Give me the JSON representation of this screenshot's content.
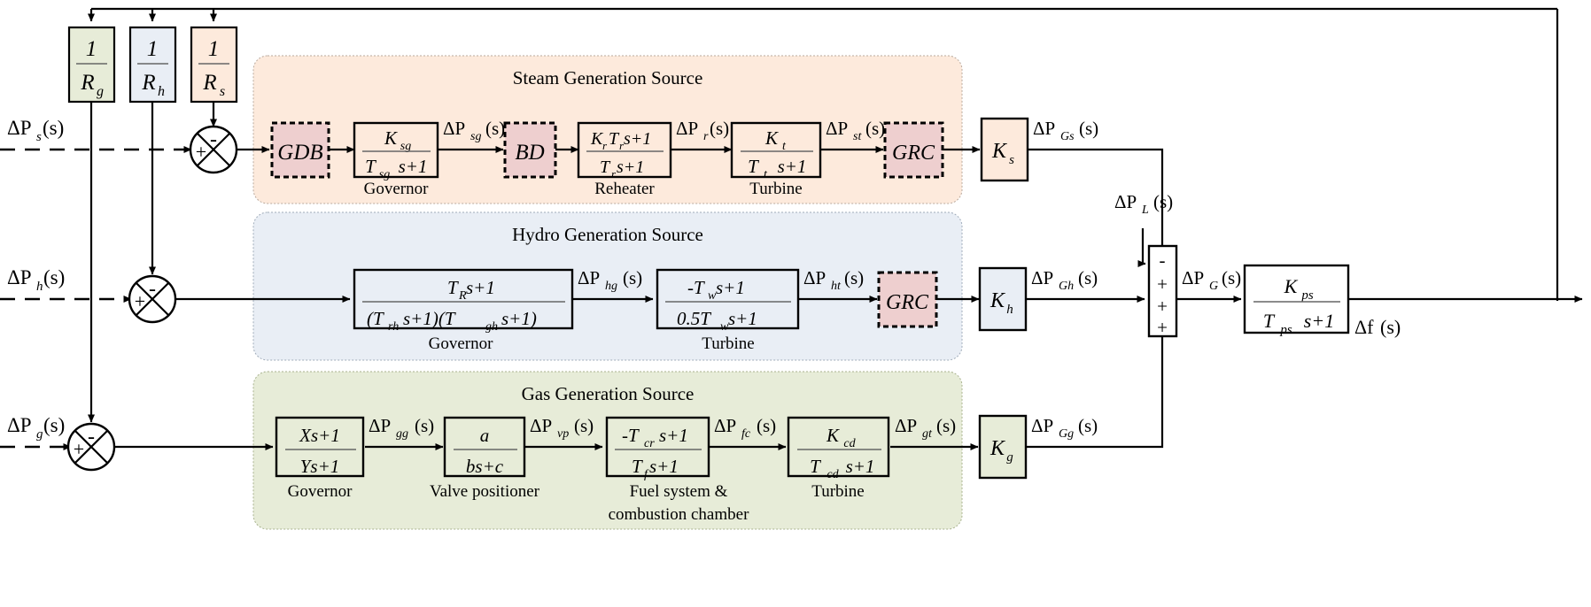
{
  "diagram": {
    "title": "Multi-source power system load frequency control block diagram",
    "colors": {
      "steam_fill": "#fdeadc",
      "steam_stroke": "#c9b7ab",
      "hydro_fill": "#e9eef5",
      "hydro_stroke": "#aab4c2",
      "gas_fill": "#e7ecd8",
      "gas_stroke": "#b2bb99",
      "nonlinear_fill": "#eecfcf",
      "nonlinear_stroke": "#000000",
      "line": "#000000"
    }
  },
  "groups": [
    {
      "id": "steam",
      "label": "Steam Generation Source",
      "fill": "#fdeadc"
    },
    {
      "id": "hydro",
      "label": "Hydro Generation Source",
      "fill": "#e9eef5"
    },
    {
      "id": "gas",
      "label": "Gas Generation Source",
      "fill": "#e7ecd8"
    }
  ],
  "inputs": [
    {
      "name": "steam_input",
      "label": "ΔP",
      "sub": "s",
      "tail": "(s)"
    },
    {
      "name": "hydro_input",
      "label": "ΔP",
      "sub": "h",
      "tail": "(s)"
    },
    {
      "name": "gas_input",
      "label": "ΔP",
      "sub": "g",
      "tail": "(s)"
    }
  ],
  "droop_blocks": [
    {
      "name": "droop-gas",
      "num": "1",
      "den": "R",
      "den_sub": "g",
      "fill": "#e7ecd8"
    },
    {
      "name": "droop-hydro",
      "num": "1",
      "den": "R",
      "den_sub": "h",
      "fill": "#e9eef5"
    },
    {
      "name": "droop-steam",
      "num": "1",
      "den": "R",
      "den_sub": "s",
      "fill": "#fdeadc"
    }
  ],
  "summers": [
    {
      "name": "summer-steam",
      "top_sign": "-",
      "left_sign": "+"
    },
    {
      "name": "summer-hydro",
      "top_sign": "-",
      "left_sign": "+"
    },
    {
      "name": "summer-gas",
      "top_sign": "-",
      "left_sign": "+"
    }
  ],
  "steam_row": {
    "gdb": "GDB",
    "bd": "BD",
    "grc": "GRC",
    "governor": {
      "num": "K",
      "num_sub": "sg",
      "den_a": "T",
      "den_sub": "sg",
      "den_b": "s+1",
      "caption": "Governor"
    },
    "reheater": {
      "num": "K",
      "num_sub": "r",
      "num2": "T",
      "num2_sub": "r",
      "num3": "s+1",
      "den_a": "T",
      "den_sub": "r",
      "den_b": "s+1",
      "caption": "Reheater"
    },
    "turbine": {
      "num": "K",
      "num_sub": "t",
      "den_a": "T",
      "den_sub": "t",
      "den_b": "s+1",
      "caption": "Turbine"
    },
    "gain": {
      "label": "K",
      "sub": "s"
    },
    "signals": {
      "sg": {
        "base": "ΔP",
        "sub": "sg",
        "tail": "(s)"
      },
      "r": {
        "base": "ΔP",
        "sub": "r",
        "tail": "(s)"
      },
      "st": {
        "base": "ΔP",
        "sub": "st",
        "tail": "(s)"
      },
      "Gs": {
        "base": "ΔP",
        "sub": "Gs",
        "tail": "(s)"
      }
    }
  },
  "hydro_row": {
    "grc": "GRC",
    "governor": {
      "num": "T",
      "num_sub": "R",
      "num_tail": "s+1",
      "den": "(T",
      "den_sub1": "rh",
      "den_mid": "s+1)(T",
      "den_sub2": "gh",
      "den_tail": "s+1)",
      "caption": "Governor"
    },
    "turbine": {
      "num": "-T",
      "num_sub": "w",
      "num_tail": "s+1",
      "den": "0.5T",
      "den_sub": "w",
      "den_tail": "s+1",
      "caption": "Turbine"
    },
    "gain": {
      "label": "K",
      "sub": "h"
    },
    "signals": {
      "hg": {
        "base": "ΔP",
        "sub": "hg",
        "tail": "(s)"
      },
      "ht": {
        "base": "ΔP",
        "sub": "ht",
        "tail": "(s)"
      },
      "Gh": {
        "base": "ΔP",
        "sub": "Gh",
        "tail": "(s)"
      }
    }
  },
  "gas_row": {
    "governor": {
      "num": "Xs+1",
      "den": "Ys+1",
      "caption": "Governor"
    },
    "valve_positioner": {
      "num": "a",
      "den": "bs+c",
      "caption": "Valve positioner"
    },
    "fuel_system": {
      "num": "-T",
      "num_sub": "cr",
      "num_tail": "s+1",
      "den": "T",
      "den_sub": "f",
      "den_tail": " s+1",
      "caption_line1": "Fuel system &",
      "caption_line2": "combustion chamber"
    },
    "turbine": {
      "num": "K",
      "num_sub": "cd",
      "den": "T",
      "den_sub": "cd",
      "den_tail": "s+1",
      "caption": "Turbine"
    },
    "gain": {
      "label": "K",
      "sub": "g"
    },
    "signals": {
      "gg": {
        "base": "ΔP",
        "sub": "gg",
        "tail": "(s)"
      },
      "vp": {
        "base": "ΔP",
        "sub": "vp",
        "tail": "(s)"
      },
      "fc": {
        "base": "ΔP",
        "sub": "fc",
        "tail": "(s)"
      },
      "gt": {
        "base": "ΔP",
        "sub": "gt",
        "tail": "(s)"
      },
      "Gg": {
        "base": "ΔP",
        "sub": "Gg",
        "tail": "(s)"
      }
    }
  },
  "right_section": {
    "load_disturbance": {
      "base": "ΔP",
      "sub": "L",
      "tail": "(s)"
    },
    "summing_bar_signs": [
      "-",
      "+",
      "+",
      "+"
    ],
    "total_power": {
      "base": "ΔP",
      "sub": "G",
      "tail": "(s)"
    },
    "power_system": {
      "num": "K",
      "num_sub": "ps",
      "den": "T",
      "den_sub": "ps",
      "den_tail": "s+1"
    },
    "output": {
      "base": "Δf",
      "tail": "(s)"
    }
  }
}
